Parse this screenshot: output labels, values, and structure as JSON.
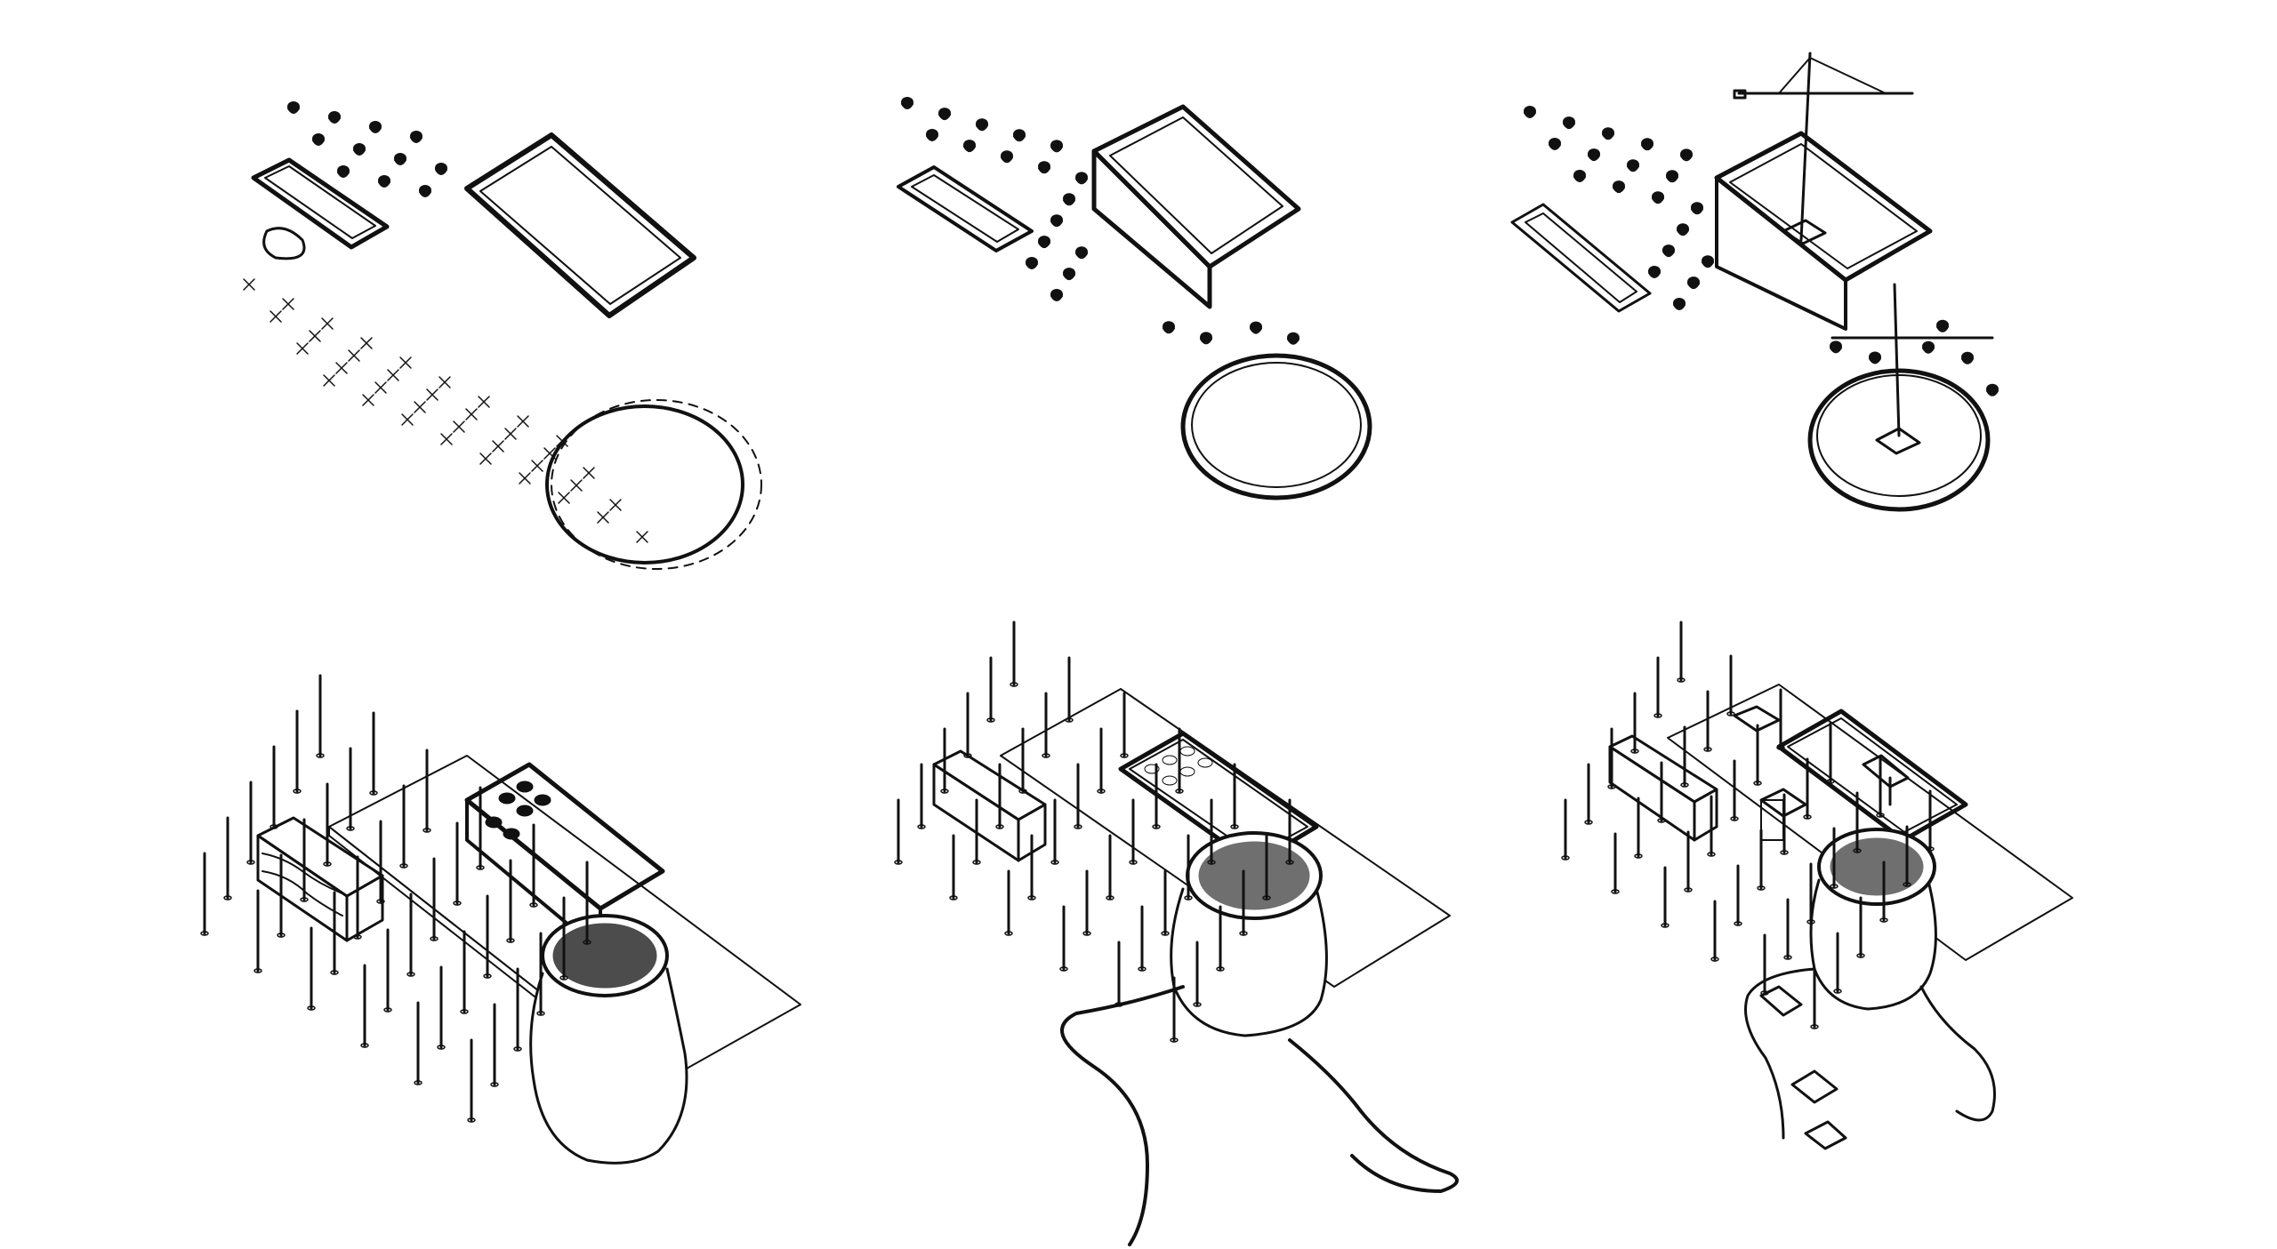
{
  "diagram": {
    "panels": [
      {
        "id": "stage-1",
        "row": 1,
        "col": 1,
        "features": [
          "existing-trees",
          "rectangular-pit",
          "small-trench",
          "circular-pit",
          "stake-grid"
        ]
      },
      {
        "id": "stage-2",
        "row": 1,
        "col": 2,
        "features": [
          "trees",
          "rectangular-pit-excavated",
          "small-trench",
          "circular-pit-walled"
        ]
      },
      {
        "id": "stage-3",
        "row": 1,
        "col": 3,
        "features": [
          "trees",
          "tower-crane",
          "rectangular-pit-walled",
          "small-trench",
          "circular-pit-with-crane"
        ]
      },
      {
        "id": "stage-4",
        "row": 2,
        "col": 1,
        "features": [
          "column-grid",
          "platform",
          "planter-box",
          "rectangular-pool-with-cylinders",
          "vessel-tower"
        ]
      },
      {
        "id": "stage-5",
        "row": 2,
        "col": 2,
        "features": [
          "column-grid",
          "platform",
          "planter-box",
          "pool",
          "vessel-tower",
          "stream"
        ]
      },
      {
        "id": "stage-6",
        "row": 2,
        "col": 3,
        "features": [
          "column-grid",
          "platform",
          "planter-box",
          "pool",
          "pavilions",
          "vessel-tower",
          "stream",
          "bridges"
        ]
      }
    ],
    "ink_color": "#111111",
    "paper_color": "#ffffff"
  }
}
